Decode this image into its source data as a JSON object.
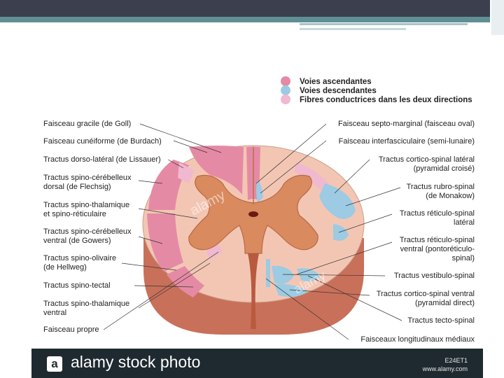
{
  "legend": {
    "ascending": {
      "label": "Voies ascendantes",
      "color": "#e58aa5"
    },
    "descending": {
      "label": "Voies descendantes",
      "color": "#9ccbe3"
    },
    "both": {
      "label": "Fibres conductrices dans les deux directions",
      "color": "#f0b9cf"
    }
  },
  "left_labels": [
    "Faisceau gracile (de Goll)",
    "Faisceau cunéiforme (de Burdach)",
    "Tractus dorso-latéral (de Lissauer)",
    "Tractus spino-cérébelleux",
    "dorsal (de Flechsig)",
    "Tractus spino-thalamique",
    "et spino-réticulaire",
    "Tractus spino-cérébelleux",
    "ventral (de Gowers)",
    "Tractus spino-olivaire",
    "(de Hellweg)",
    "Tractus spino-tectal",
    "Tractus spino-thalamique",
    "ventral",
    "Faisceau propre"
  ],
  "right_labels": [
    "Faisceau septo-marginal (faisceau oval)",
    "Faisceau interfasciculaire (semi-lunaire)",
    "Tractus cortico-spinal latéral",
    "(pyramidal croisé)",
    "Tractus rubro-spinal",
    "(de Monakow)",
    "Tractus réticulo-spinal",
    "latéral",
    "Tractus réticulo-spinal",
    "ventral (pontoréticulo-",
    "spinal)",
    "Tractus vestibulo-spinal",
    "Tractus cortico-spinal ventral",
    "(pyramidal direct)",
    "Tractus tecto-spinal",
    "Faisceaux longitudinaux médiaux"
  ],
  "watermark": "alamy",
  "banner": {
    "logo_letter": "a",
    "text": "alamy stock photo",
    "image_id": "E24ET1",
    "site": "www.alamy.com"
  },
  "colors": {
    "grey_matter": "#d98a5e",
    "white_matter": "#f3c6b4",
    "cord_side": "#c9705a",
    "ascending": "#e58aa5",
    "descending": "#9ccbe3"
  }
}
